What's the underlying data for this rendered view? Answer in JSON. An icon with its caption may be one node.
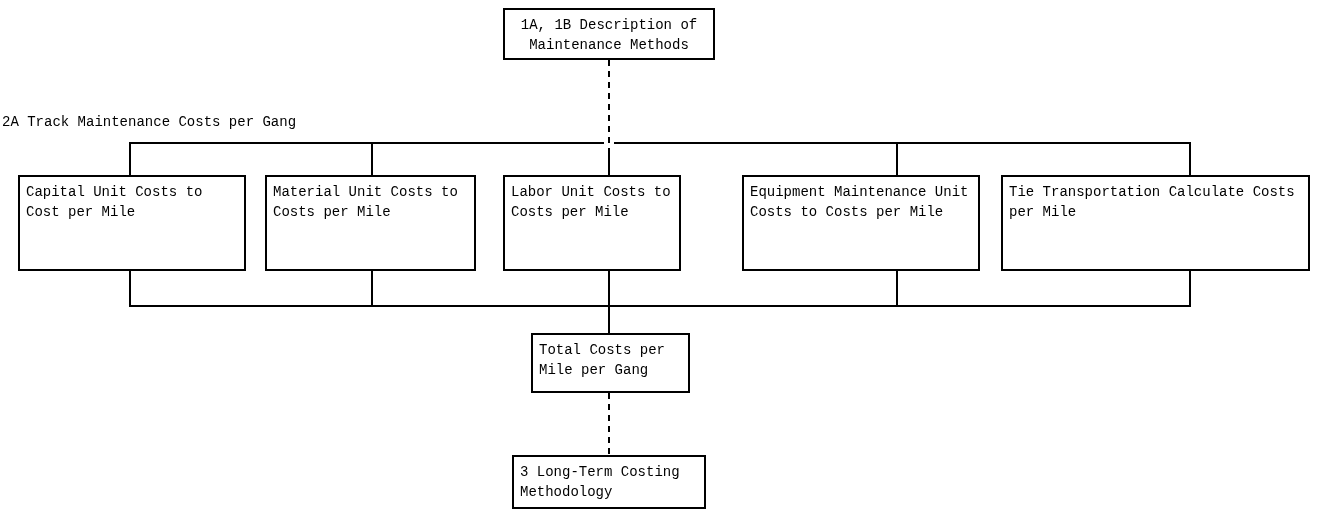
{
  "diagram": {
    "nodes": [
      {
        "text": [
          "1A, 1B Description of Maintenance Methods"
        ]
      },
      {
        "text": [
          "Capital Unit Costs to Cost per Mile"
        ]
      },
      {
        "text": [
          "Material Unit Costs to Costs per Mile"
        ]
      },
      {
        "text": [
          "Labor Unit Costs to Costs per Mile"
        ]
      },
      {
        "text": [
          "Equipment Maintenance Unit Costs to Costs per Mile"
        ]
      },
      {
        "text": [
          "Tie Transportation Calculate Costs per Mile"
        ]
      },
      {
        "text": [
          "Total Costs per Mile per Gang"
        ]
      },
      {
        "text": [
          "3 Long-Term Costing Methodology"
        ]
      }
    ],
    "edges": [
      {
        "from": 0,
        "to": 1,
        "arrow": "none",
        "style": "dashed"
      },
      {
        "from": 0,
        "to": 2,
        "arrow": "none",
        "style": "dashed"
      },
      {
        "from": 0,
        "to": 3,
        "arrow": "none",
        "style": "dashed"
      },
      {
        "from": 0,
        "to": 4,
        "arrow": "none",
        "style": "dashed"
      },
      {
        "from": 0,
        "to": 5,
        "arrow": "none",
        "style": "dashed"
      },
      {
        "from": 1,
        "to": 6,
        "arrow": "none"
      },
      {
        "from": 2,
        "to": 6,
        "arrow": "none"
      },
      {
        "from": 3,
        "to": 6,
        "arrow": "none"
      },
      {
        "from": 4,
        "to": 6,
        "arrow": "none"
      },
      {
        "from": 5,
        "to": 6,
        "arrow": "none"
      },
      {
        "from": 6,
        "to": 7,
        "arrow": "none",
        "style": "dashed"
      }
    ],
    "labels": [
      "2A Track Maintenance Costs per Gang"
    ]
  }
}
